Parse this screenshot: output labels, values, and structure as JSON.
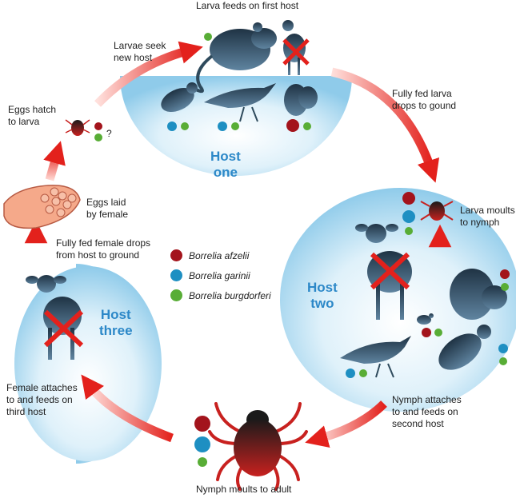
{
  "labels": {
    "larva_feeds": "Larva feeds on first host",
    "larvae_seek": "Larvae seek\nnew host",
    "fully_fed_larva": "Fully fed larva\ndrops to gound",
    "eggs_hatch": "Eggs hatch\nto larva",
    "question": "?",
    "eggs_laid": "Eggs laid\nby female",
    "larva_moults": "Larva moults\nto nymph",
    "fully_fed_female": "Fully fed female drops\nfrom host to ground",
    "female_attaches": "Female attaches\nto and feeds on\nthird host",
    "nymph_attaches": "Nymph attaches\nto and feeds on\nsecond host",
    "nymph_moults": "Nymph moults to adult"
  },
  "hosts": {
    "one": "Host\none",
    "two": "Host\ntwo",
    "three": "Host\nthree"
  },
  "legend": [
    {
      "name": "Borrelia afzelii",
      "color": "#a3141c"
    },
    {
      "name": "Borrelia garinii",
      "color": "#1e8fc2"
    },
    {
      "name": "Borrelia burgdorferi",
      "color": "#58ad36"
    }
  ],
  "colors": {
    "arrow": "#e3211c",
    "animal": "#2e4a5c",
    "host_bg": "#cfe8f5",
    "egg": "#f5a98a"
  }
}
